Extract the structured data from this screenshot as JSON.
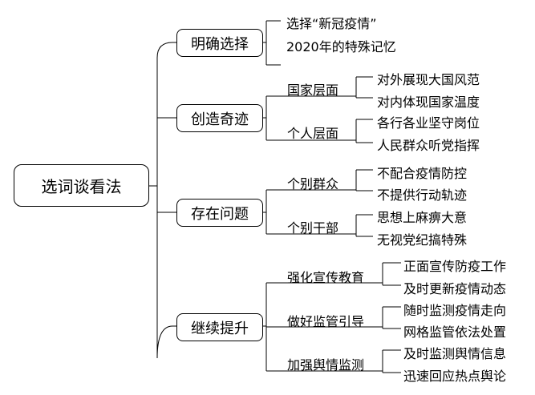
{
  "root": "选词谈看法",
  "branches": [
    {
      "label": "明确选择",
      "leaves": [
        "选择“新冠疫情”",
        "2020年的特殊记忆"
      ]
    },
    {
      "label": "创造奇迹",
      "groups": [
        {
          "label": "国家层面",
          "leaves": [
            "对外展现大国风范",
            "对内体现国家温度"
          ]
        },
        {
          "label": "个人层面",
          "leaves": [
            "各行各业坚守岗位",
            "人民群众听党指挥"
          ]
        }
      ]
    },
    {
      "label": "存在问题",
      "groups": [
        {
          "label": "个别群众",
          "leaves": [
            "不配合疫情防控",
            "不提供行动轨迹"
          ]
        },
        {
          "label": "个别干部",
          "leaves": [
            "思想上麻痹大意",
            "无视党纪搞特殊"
          ]
        }
      ]
    },
    {
      "label": "继续提升",
      "groups": [
        {
          "label": "强化宣传教育",
          "leaves": [
            "正面宣传防疫工作",
            "及时更新疫情动态"
          ]
        },
        {
          "label": "做好监管引导",
          "leaves": [
            "随时监测疫情走向",
            "网格监管依法处置"
          ]
        },
        {
          "label": "加强舆情监测",
          "leaves": [
            "及时监测舆情信息",
            "迅速回应热点舆论"
          ]
        }
      ]
    }
  ]
}
